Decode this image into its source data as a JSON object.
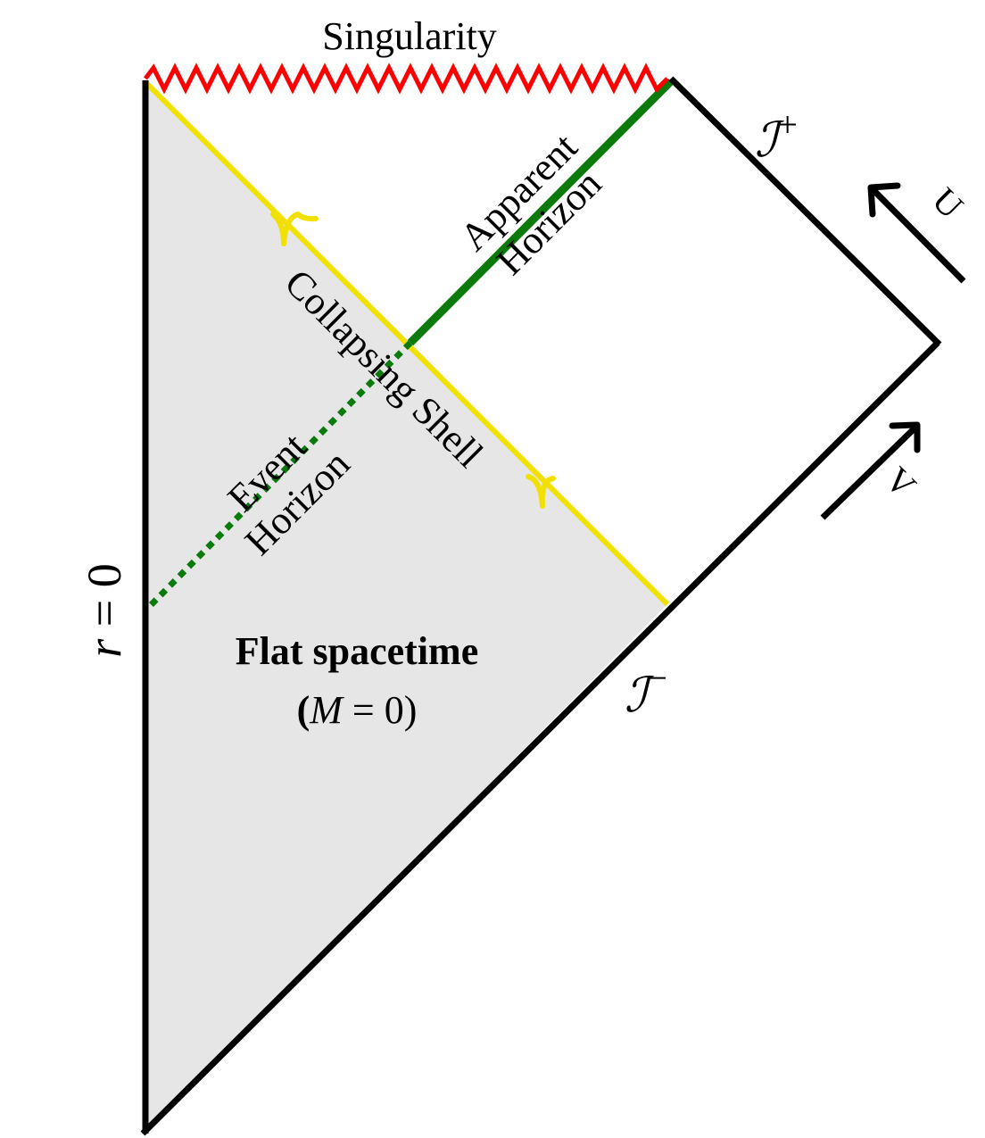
{
  "diagram": {
    "labels": {
      "singularity": "Singularity",
      "scri_plus": "ℐ",
      "scri_plus_sup": "+",
      "scri_minus": "ℐ",
      "scri_minus_sup": "−",
      "u_label": "U",
      "v_label": "V",
      "apparent_horizon_line1": "Apparent",
      "apparent_horizon_line2": "Horizon",
      "event_horizon_line1": "Event",
      "event_horizon_line2": "Horizon",
      "collapsing_shell": "Collapsing Shell",
      "flat_spacetime_title": "Flat spacetime",
      "flat_spacetime_open": "(",
      "flat_spacetime_m": "M",
      "flat_spacetime_eq": " = 0)",
      "r_equals_zero_r": "r",
      "r_equals_zero_eq": " = 0"
    },
    "colors": {
      "boundary": "#000000",
      "singularity": "#ff0000",
      "collapsing_shell": "#f2e000",
      "horizon": "#0a7a0a",
      "flat_region_fill": "#e6e6e6",
      "background": "#ffffff"
    }
  }
}
